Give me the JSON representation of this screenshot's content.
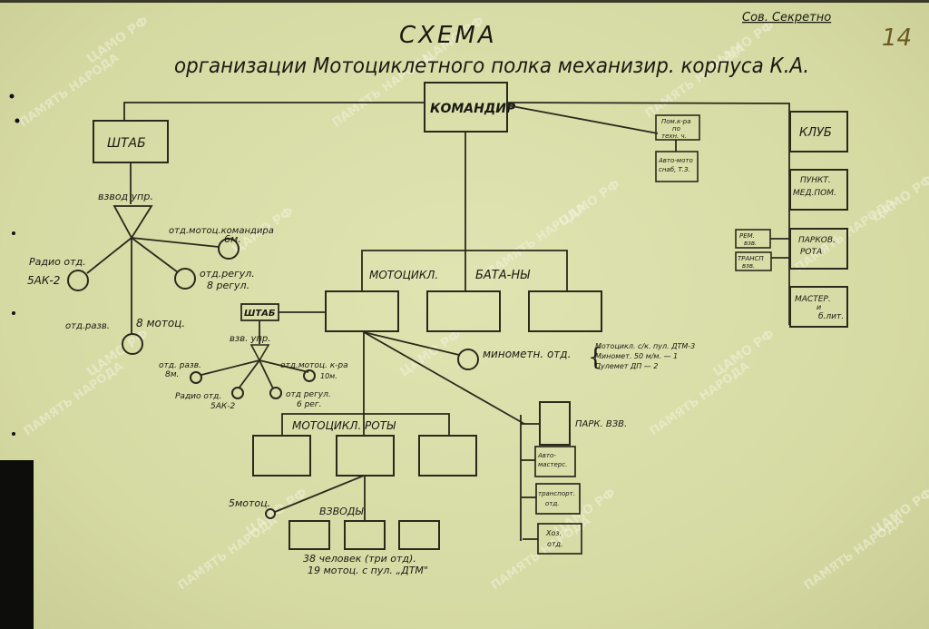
{
  "document": {
    "classification": "Сов. Секретно",
    "page_number": "14",
    "title": "СХЕМА",
    "subtitle": "организации Мотоциклетного полка механизир. корпуса К.А.",
    "watermarks": [
      "ЦАМО РФ",
      "ПАМЯТЬ НАРОДА"
    ]
  },
  "nodes": {
    "commander": "КОМАНДИР",
    "hq": "ШТАБ",
    "hq_platoon": "взвод упр.",
    "hq_radio_line1": "Радио отд.",
    "hq_radio_line2": "5АК-2",
    "hq_cmd_moto_line1": "отд.мотоц.командира",
    "hq_cmd_moto_line2": "6м.",
    "hq_traffic_line1": "отд.регул.",
    "hq_traffic_line2": "8 регул.",
    "hq_recon_line1": "отд.разв.",
    "hq_recon_line2": "8 мотоц.",
    "deputy_tech_line1": "Пом.к-ра",
    "deputy_tech_line2": "по",
    "deputy_tech_line3": "техн. ч.",
    "auto_supply_line1": "Авто-мото",
    "auto_supply_line2": "снаб, Т.З.",
    "club": "КЛУБ",
    "med_line1": "ПУНКТ.",
    "med_line2": "МЕД.ПОМ.",
    "park_company_line1": "ПАРКОВ.",
    "park_company_line2": "РОТА",
    "repair_platoon_line1": "РЕМ.",
    "repair_platoon_line2": "взв.",
    "transport_platoon_line1": "ТРАНСП",
    "transport_platoon_line2": "взв.",
    "workshop_line1": "МАСТЕР.",
    "workshop_line2": "и",
    "workshop_line3": "б.лит.",
    "battalions_label_1": "МОТОЦИКЛ.",
    "battalions_label_2": "БАТА-НЫ",
    "bn_hq": "ШТАБ",
    "bn_hq_platoon": "взв. упр.",
    "bn_recon_line1": "отд. разв.",
    "bn_recon_line2": "8м.",
    "bn_cmd_moto_line1": "отд.мотоц. к-ра",
    "bn_cmd_moto_line2": "10м.",
    "bn_radio_line1": "Радио отд.",
    "bn_radio_line2": "5АК-2",
    "bn_traffic_line1": "отд регул.",
    "bn_traffic_line2": "6 рег.",
    "mortar_squad": "минометн. отд.",
    "mortar_detail_1": "Мотоцикл. с/к. пул. ДТМ-3",
    "mortar_detail_2": "Миномет. 50 м/м. — 1",
    "mortar_detail_3": "Пулемет ДП — 2",
    "park_platoon": "ПАРК. ВЗВ.",
    "auto_workshop_line1": "Авто-",
    "auto_workshop_line2": "мастерс.",
    "transport_squad_line1": "транспорт.",
    "transport_squad_line2": "отд.",
    "supply_squad_line1": "Хоз.",
    "supply_squad_line2": "отд.",
    "companies_label": "МОТОЦИКЛ. РОТЫ",
    "company_moto": "5мотоц.",
    "platoons_label": "ВЗВОДЫ",
    "platoon_note_1": "38 человек (три отд).",
    "platoon_note_2": "19 мотоц. с пул. „ДТМ\""
  }
}
